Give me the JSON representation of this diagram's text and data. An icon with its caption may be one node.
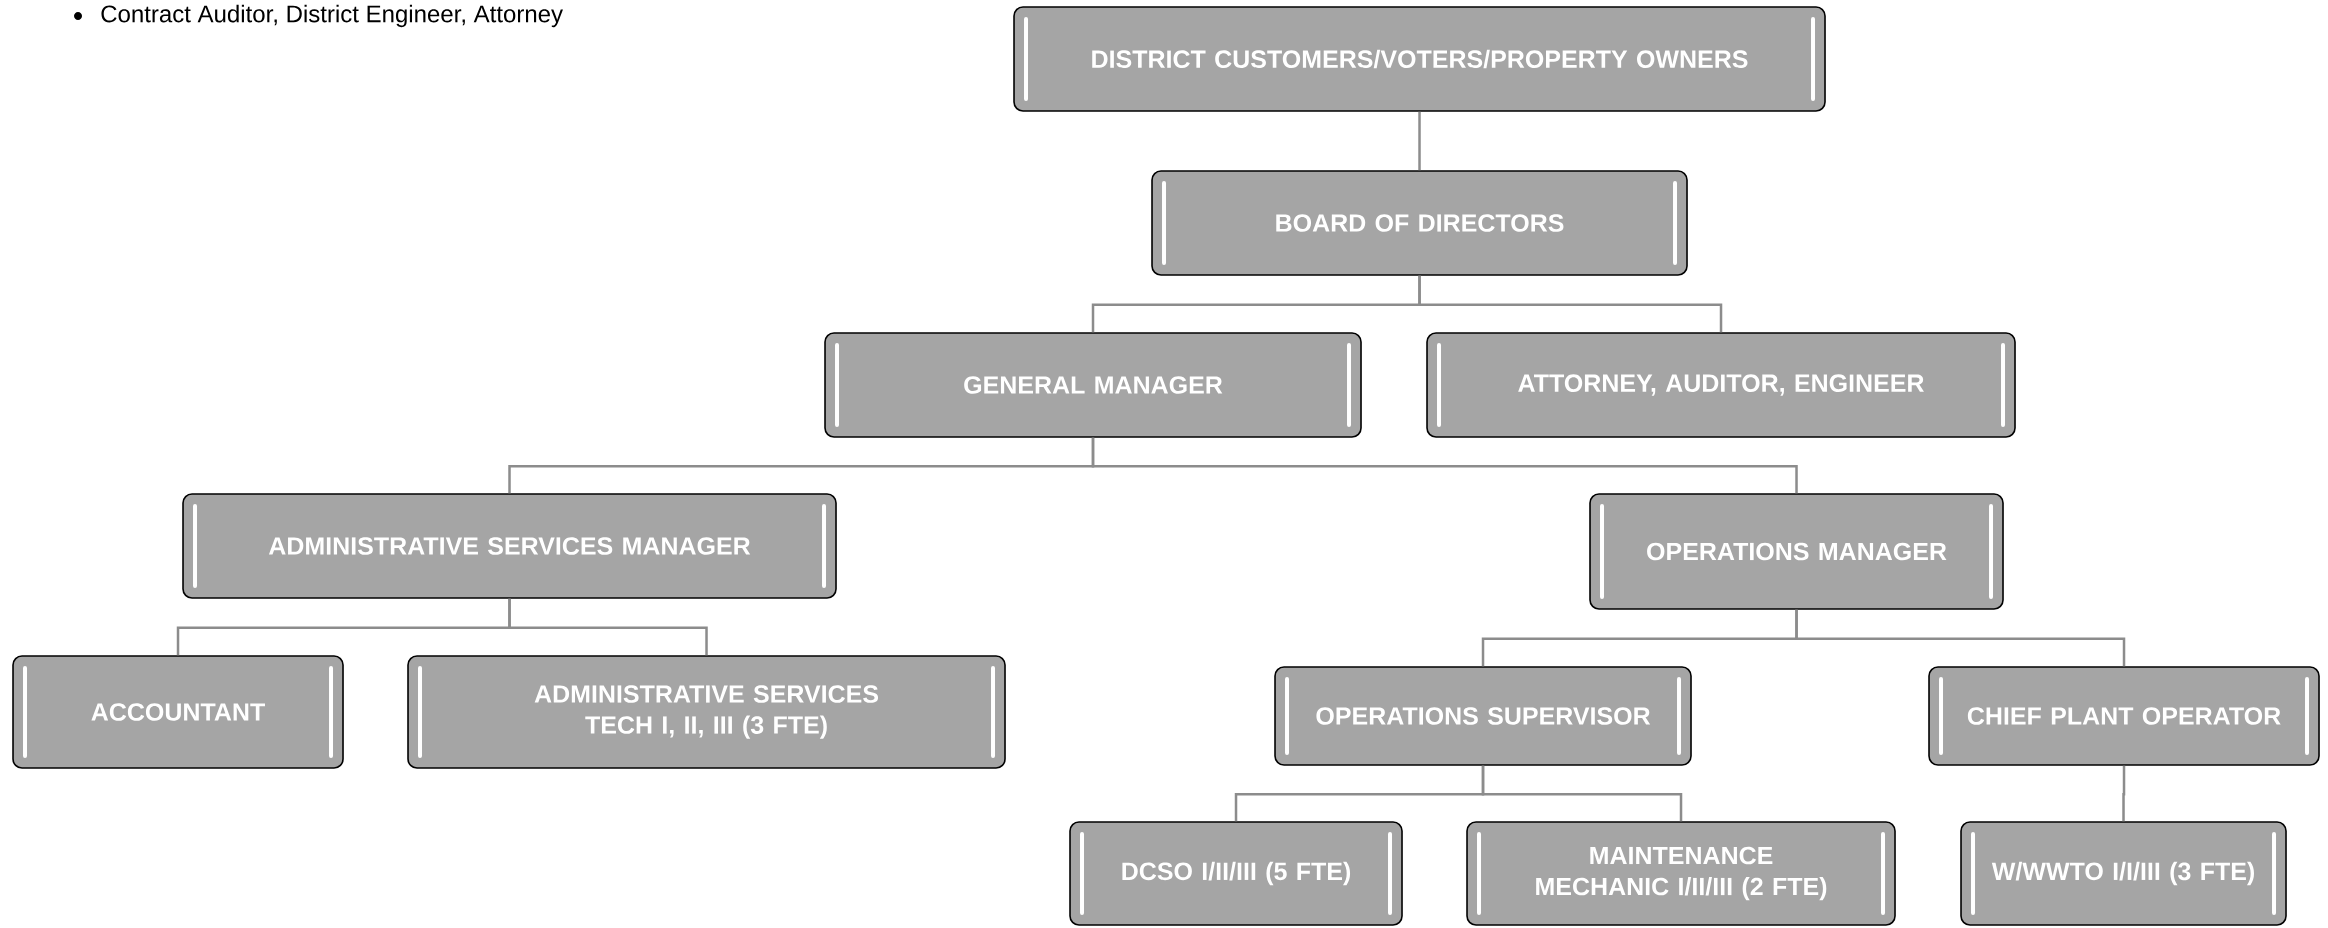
{
  "diagram": {
    "nodes": [
      {
        "text": [
          "DISTRICT CUSTOMERS/VOTERS/PROPERTY OWNERS"
        ]
      },
      {
        "text": [
          "BOARD OF DIRECTORS"
        ]
      },
      {
        "text": [
          "GENERAL MANAGER"
        ]
      },
      {
        "text": [
          "ATTORNEY, AUDITOR, ENGINEER"
        ]
      },
      {
        "text": [
          "ADMINISTRATIVE SERVICES MANAGER"
        ]
      },
      {
        "text": [
          "OPERATIONS MANAGER"
        ]
      },
      {
        "text": [
          "ACCOUNTANT"
        ]
      },
      {
        "text": [
          "ADMINISTRATIVE SERVICES TECH I, II, III (3 FTE)"
        ]
      },
      {
        "text": [
          "OPERATIONS SUPERVISOR"
        ]
      },
      {
        "text": [
          "CHIEF PLANT OPERATOR"
        ]
      },
      {
        "text": [
          "DCSO I/II/III (5 FTE)"
        ]
      },
      {
        "text": [
          "MAINTENANCE MECHANIC I/II/III (2 FTE)"
        ]
      },
      {
        "text": [
          "W/WWTO I/I/III (3 FTE)"
        ]
      }
    ],
    "edges": [
      {
        "from": 0,
        "to": 1,
        "arrow": "none"
      },
      {
        "from": 1,
        "to": 2,
        "arrow": "none"
      },
      {
        "from": 1,
        "to": 3,
        "arrow": "none"
      },
      {
        "from": 2,
        "to": 4,
        "arrow": "none"
      },
      {
        "from": 2,
        "to": 5,
        "arrow": "none"
      },
      {
        "from": 4,
        "to": 6,
        "arrow": "none"
      },
      {
        "from": 4,
        "to": 7,
        "arrow": "none"
      },
      {
        "from": 5,
        "to": 8,
        "arrow": "none"
      },
      {
        "from": 5,
        "to": 9,
        "arrow": "none"
      },
      {
        "from": 8,
        "to": 10,
        "arrow": "none"
      },
      {
        "from": 8,
        "to": 11,
        "arrow": "none"
      },
      {
        "from": 9,
        "to": 12,
        "arrow": "none"
      }
    ],
    "labels": [
      "Contract Auditor, District Engineer, Attorney"
    ]
  }
}
